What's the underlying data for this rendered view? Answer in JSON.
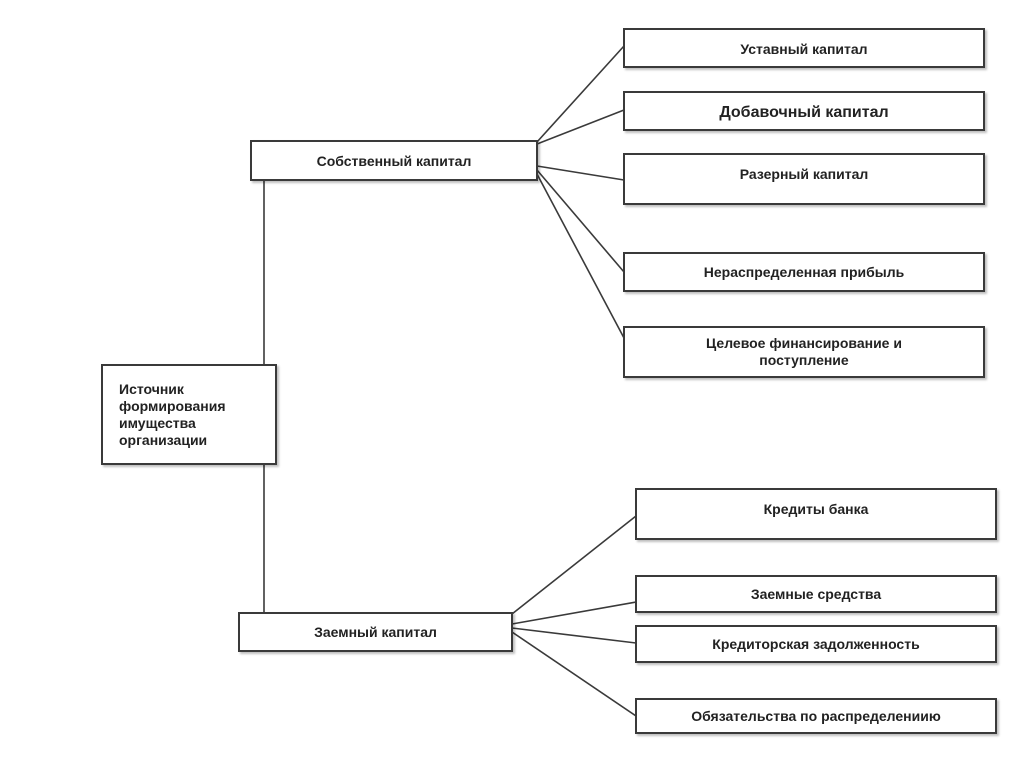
{
  "root": {
    "label": "Источник формирования имущества организации"
  },
  "equity": {
    "label": "Собственный капитал",
    "items": [
      "Уставный капитал",
      "Добавочный капитал",
      "Разерный капитал",
      "Нераспределенная прибыль",
      "Целевое финансирование и поступление"
    ]
  },
  "debt": {
    "label": "Заемный капитал",
    "items": [
      "Кредиты банка",
      "Заемные средства",
      "Кредиторская задолженность",
      "Обязательства по распределениию"
    ]
  },
  "colors": {
    "line": "#3a3a3a",
    "text": "#222222",
    "box_fill": "#ffffff"
  }
}
